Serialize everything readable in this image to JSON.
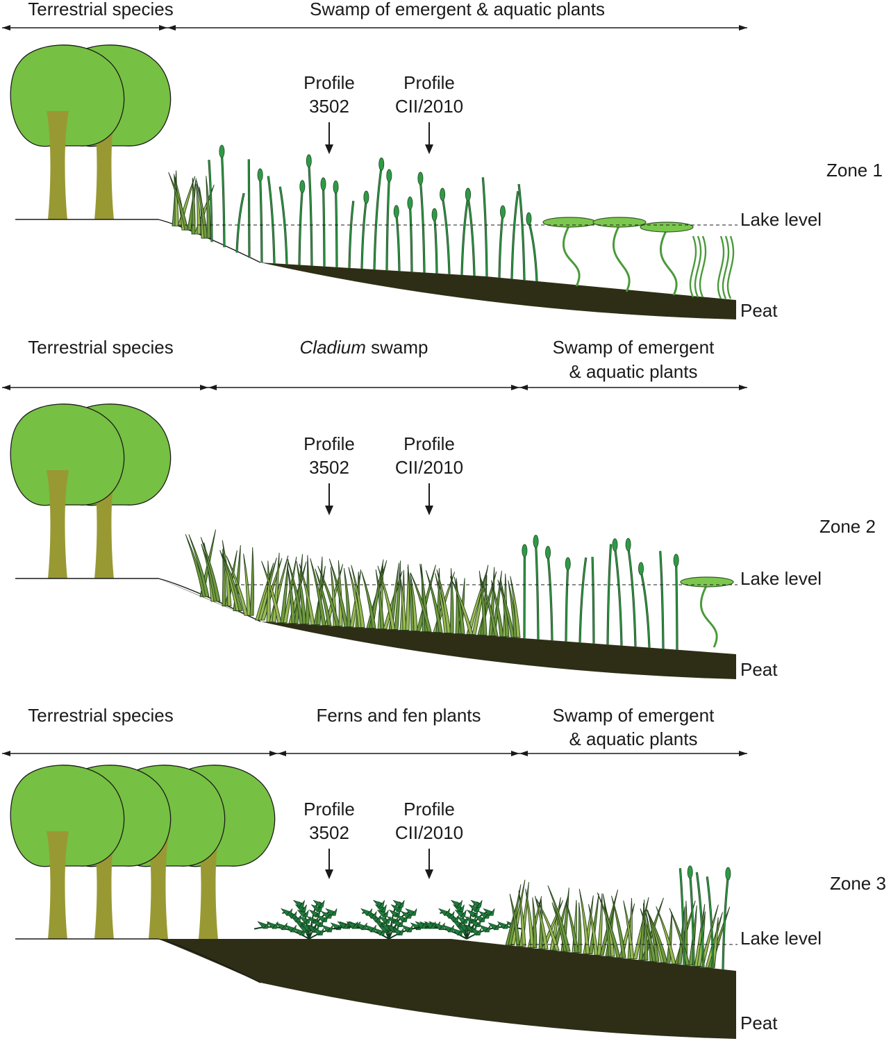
{
  "panels": [
    {
      "zone_label": "Zone 1",
      "segments": [
        {
          "lines": [
            "Terrestrial species"
          ],
          "italic_word": ""
        },
        {
          "lines": [
            "Swamp of emergent & aquatic plants"
          ],
          "italic_word": ""
        }
      ],
      "profiles": [
        {
          "line1": "Profile",
          "line2": "3502"
        },
        {
          "line1": "Profile",
          "line2": "CII/2010"
        }
      ],
      "lake_label": "Lake level",
      "peat_label": "Peat",
      "vegetation": [
        "mixed-grass",
        "reeds",
        "water-lilies",
        "submerged-plants"
      ]
    },
    {
      "zone_label": "Zone 2",
      "segments": [
        {
          "lines": [
            "Terrestrial species"
          ],
          "italic_word": ""
        },
        {
          "lines": [
            "Cladium swamp"
          ],
          "italic_word": "Cladium"
        },
        {
          "lines": [
            "Swamp of emergent",
            "& aquatic plants"
          ],
          "italic_word": ""
        }
      ],
      "profiles": [
        {
          "line1": "Profile",
          "line2": "3502"
        },
        {
          "line1": "Profile",
          "line2": "CII/2010"
        }
      ],
      "lake_label": "Lake level",
      "peat_label": "Peat",
      "vegetation": [
        "cladium",
        "reeds",
        "water-lily"
      ]
    },
    {
      "zone_label": "Zone 3",
      "segments": [
        {
          "lines": [
            "Terrestrial species"
          ],
          "italic_word": ""
        },
        {
          "lines": [
            "Ferns and fen plants"
          ],
          "italic_word": ""
        },
        {
          "lines": [
            "Swamp of emergent",
            "& aquatic plants"
          ],
          "italic_word": ""
        }
      ],
      "profiles": [
        {
          "line1": "Profile",
          "line2": "3502"
        },
        {
          "line1": "Profile",
          "line2": "CII/2010"
        }
      ],
      "lake_label": "Lake level",
      "peat_label": "Peat",
      "vegetation": [
        "ferns",
        "sedges",
        "reeds"
      ]
    }
  ],
  "colors": {
    "canopy": "#76c043",
    "trunk": "#999933",
    "peat": "#2e2e16",
    "reed": "#2f9a46",
    "grass": "#9aba54",
    "lily": "#7cc84f",
    "submerged": "#4a9a3a",
    "fern": "#1e7a3a",
    "line": "#1a1a1a"
  }
}
